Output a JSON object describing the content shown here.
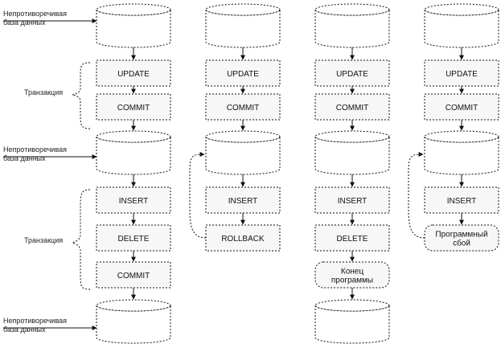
{
  "labels": {
    "db_consistent_1": [
      "Непротиворечивая",
      "база данных"
    ],
    "transaction_1": "Транзакция",
    "db_consistent_2": [
      "Непротиворечивая",
      "база данных"
    ],
    "transaction_2": "Транзакция",
    "db_inconsistent": [
      "Непротиворечивая",
      "база данных"
    ]
  },
  "columns": [
    {
      "ops_top": [
        "UPDATE",
        "COMMIT"
      ],
      "ops_bottom": [
        "INSERT",
        "DELETE",
        "COMMIT"
      ],
      "end_db": true
    },
    {
      "ops_top": [
        "UPDATE",
        "COMMIT"
      ],
      "ops_bottom": [
        "INSERT",
        "ROLLBACK"
      ],
      "end_db": false
    },
    {
      "ops_top": [
        "UPDATE",
        "COMMIT"
      ],
      "ops_bottom": [
        "INSERT",
        "DELETE"
      ],
      "end_event": [
        "Конец",
        "программы"
      ],
      "end_db": true
    },
    {
      "ops_top": [
        "UPDATE",
        "COMMIT"
      ],
      "ops_bottom": [
        "INSERT"
      ],
      "end_event": [
        "Программный",
        "сбой"
      ],
      "end_db": false
    }
  ]
}
